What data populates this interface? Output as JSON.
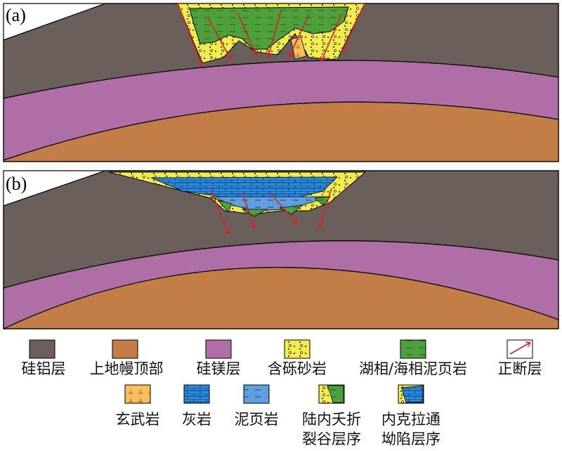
{
  "panels": [
    {
      "label": "(a)"
    },
    {
      "label": "(b)"
    }
  ],
  "colors": {
    "sial": "#6b5f5b",
    "sima": "#b06ea6",
    "mantle": "#c37d46",
    "conglomerate_sandstone": "#f3ec4a",
    "mudstone_green": "#4ea03c",
    "basalt": "#f7be5a",
    "limestone": "#2d8bdd",
    "mudshale": "#5f9fe0",
    "fault": "#e02020"
  },
  "legend": {
    "row1": [
      {
        "icon": "sial-swatch",
        "label": "硅铝层"
      },
      {
        "icon": "mantle-swatch",
        "label": "上地幔顶部"
      },
      {
        "icon": "sima-swatch",
        "label": "硅镁层"
      },
      {
        "icon": "conglomerate-swatch",
        "label": "含砾砂岩"
      },
      {
        "icon": "mudstone-swatch",
        "label": "湖相/海相泥页岩"
      },
      {
        "icon": "normal-fault-icon",
        "label": "正断层"
      }
    ],
    "row2": [
      {
        "icon": "basalt-swatch",
        "label": "玄武岩"
      },
      {
        "icon": "limestone-swatch",
        "label": "灰岩"
      },
      {
        "icon": "mudshale-swatch",
        "label": "泥页岩"
      },
      {
        "icon": "rift-sequence-swatch",
        "label_line1": "陆内夭折",
        "label_line2": "裂谷层序"
      },
      {
        "icon": "craton-sequence-swatch",
        "label_line1": "内克拉通",
        "label_line2": "坳陷层序"
      }
    ]
  }
}
